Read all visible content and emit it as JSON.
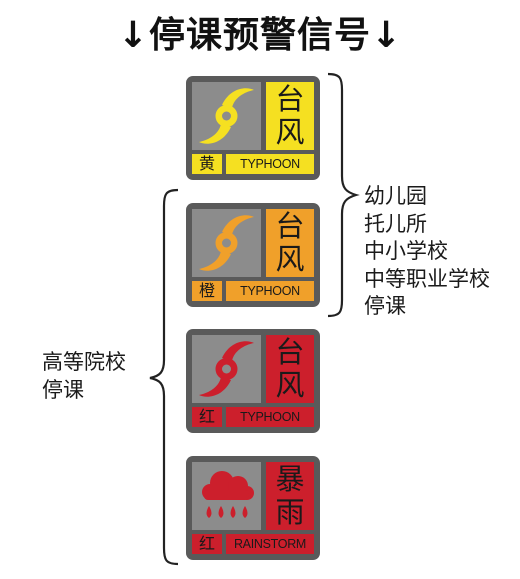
{
  "title": "↓停课预警信号↓",
  "colors": {
    "yellow": "#f5e021",
    "orange": "#f0a02a",
    "red": "#cc1f2c",
    "frame": "#5a5a5a",
    "icon_bg": "#8c8c8c"
  },
  "signals": [
    {
      "big_top": "台",
      "big_bottom": "风",
      "level": "黄",
      "english": "TYPHOON",
      "icon": "typhoon-icon"
    },
    {
      "big_top": "台",
      "big_bottom": "风",
      "level": "橙",
      "english": "TYPHOON",
      "icon": "typhoon-icon"
    },
    {
      "big_top": "台",
      "big_bottom": "风",
      "level": "红",
      "english": "TYPHOON",
      "icon": "typhoon-icon"
    },
    {
      "big_top": "暴",
      "big_bottom": "雨",
      "level": "红",
      "english": "RAINSTORM",
      "icon": "rainstorm-icon"
    }
  ],
  "right_note": [
    "幼儿园",
    "托儿所",
    "中小学校",
    "中等职业学校",
    "停课"
  ],
  "left_note": [
    "高等院校",
    "停课"
  ]
}
